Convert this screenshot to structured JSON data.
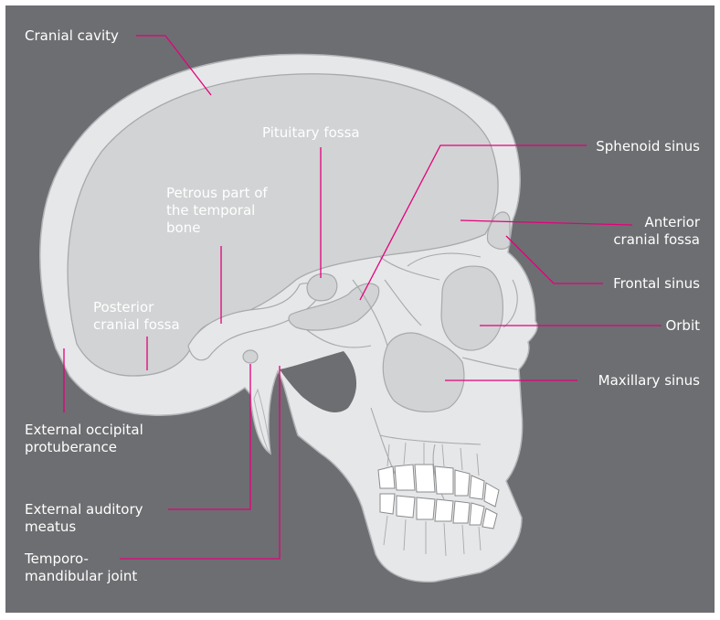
{
  "colors": {
    "background": "#6d6e71",
    "bone": "#e6e7e8",
    "cavity": "#d1d3d4",
    "outline": "#9a9b9e",
    "leader": "#e4007c",
    "text": "#ffffff"
  },
  "labels": {
    "cranial_cavity": "Cranial cavity",
    "pituitary_fossa": "Pituitary fossa",
    "sphenoid_sinus": "Sphenoid sinus",
    "petrous_part": [
      "Petrous part of",
      "the temporal",
      "bone"
    ],
    "anterior_cranial_fossa": [
      "Anterior",
      "cranial fossa"
    ],
    "frontal_sinus": "Frontal sinus",
    "posterior_cranial_fossa": [
      "Posterior",
      "cranial fossa"
    ],
    "orbit": "Orbit",
    "maxillary_sinus": "Maxillary sinus",
    "external_occipital_protuberance": [
      "External occipital",
      "protuberance"
    ],
    "external_auditory_meatus": [
      "External auditory",
      "meatus"
    ],
    "temporomandibular_joint": [
      "Temporo-",
      "mandibular joint"
    ]
  }
}
